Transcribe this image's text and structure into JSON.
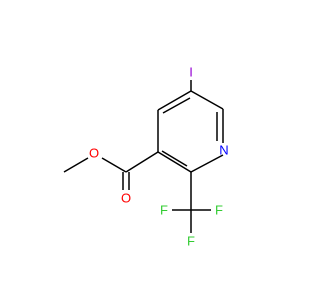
{
  "molecule": {
    "atoms": {
      "iodine": {
        "symbol": "I",
        "color": "#9400d3"
      },
      "ring_nitrogen": {
        "symbol": "N",
        "color": "#0000ff"
      },
      "carbonyl_oxygen": {
        "symbol": "O",
        "color": "#ff0000"
      },
      "ester_oxygen": {
        "symbol": "O",
        "color": "#ff0000"
      },
      "fluorine_left": {
        "symbol": "F",
        "color": "#33cc33"
      },
      "fluorine_right": {
        "symbol": "F",
        "color": "#33cc33"
      },
      "fluorine_bottom": {
        "symbol": "F",
        "color": "#33cc33"
      }
    },
    "bond_color": "#000000"
  }
}
